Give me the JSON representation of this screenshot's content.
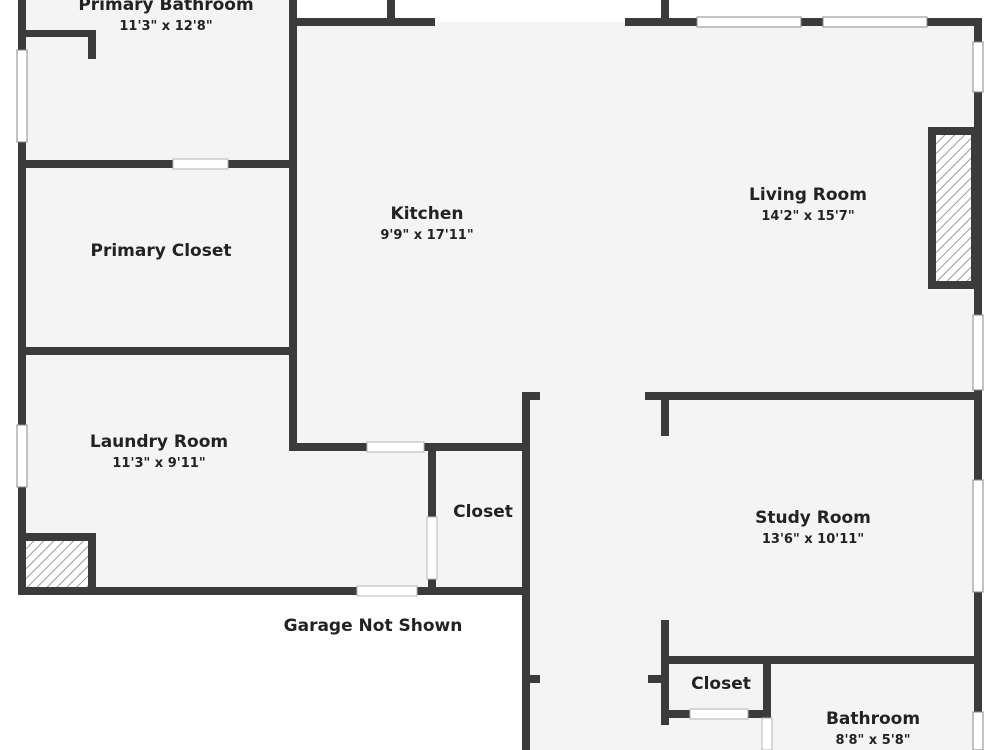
{
  "colors": {
    "wall": "#3b3b3b",
    "floor": "#f4f4f4",
    "background": "#ffffff",
    "window": "#ffffff",
    "text": "#222222"
  },
  "rooms": {
    "primary_bathroom": {
      "name": "Primary Bathroom",
      "dims": "11'3\" x 12'8\""
    },
    "primary_closet": {
      "name": "Primary Closet"
    },
    "kitchen": {
      "name": "Kitchen",
      "dims": "9'9\" x 17'11\""
    },
    "living_room": {
      "name": "Living Room",
      "dims": "14'2\" x 15'7\""
    },
    "laundry_room": {
      "name": "Laundry Room",
      "dims": "11'3\" x 9'11\""
    },
    "hall_closet": {
      "name": "Closet"
    },
    "study_room": {
      "name": "Study Room",
      "dims": "13'6\" x 10'11\""
    },
    "study_closet": {
      "name": "Closet"
    },
    "bathroom": {
      "name": "Bathroom",
      "dims": "8'8\" x 5'8\""
    }
  },
  "notes": {
    "garage": "Garage Not Shown"
  }
}
